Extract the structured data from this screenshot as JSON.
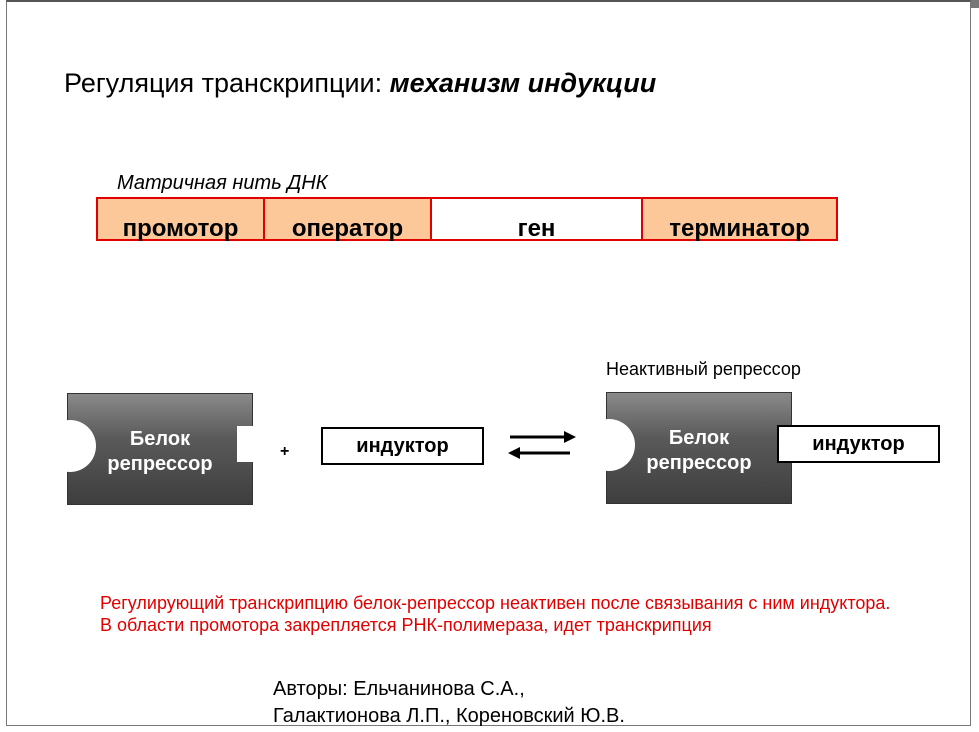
{
  "title": {
    "prefix": "Регуляция транскрипции: ",
    "emphasis": "механизм индукции"
  },
  "dna": {
    "caption": "Матричная нить ДНК",
    "segments": [
      {
        "label": "промотор",
        "color": "#fcc89a"
      },
      {
        "label": "оператор",
        "color": "#fcc89a"
      },
      {
        "label": "ген",
        "color": "#ffffff"
      },
      {
        "label": "терминатор",
        "color": "#fcc89a"
      }
    ],
    "border_color": "#e00000"
  },
  "left_side": {
    "protein_line1": "Белок",
    "protein_line2": "репрессор",
    "plus": "+",
    "inducer": "индуктор"
  },
  "right_side": {
    "caption": "Неактивный репрессор",
    "protein_line1": "Белок",
    "protein_line2": "репрессор",
    "inducer": "индуктор"
  },
  "equilibrium_arrows_icon": "reversible-arrows",
  "description": "Регулирующий транскрипцию белок-репрессор неактивен после связывания с ним индуктора. В области промотора закрепляется  РНК-полимераза, идет транскрипция",
  "description_color": "#e00000",
  "authors": {
    "line1": "Авторы: Ельчанинова С.А.,",
    "line2": "Галактионова Л.П., Кореновский Ю.В."
  }
}
